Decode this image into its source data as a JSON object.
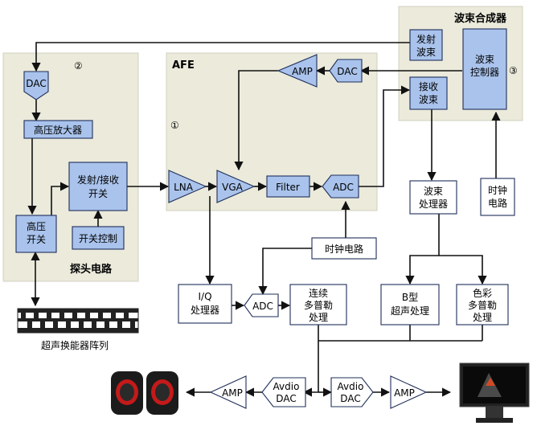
{
  "sections": {
    "beamformer": "波束合成器",
    "afe": "AFE",
    "probe": "探头电路",
    "marker1": "①",
    "marker2": "②",
    "marker3": "③"
  },
  "blocks": {
    "dac_probe": "DAC",
    "hv_amp": "高压放大器",
    "hv_switch_1": "高压",
    "hv_switch_2": "开关",
    "txrx_switch_1": "发射/接收",
    "txrx_switch_2": "开关",
    "switch_ctrl": "开关控制",
    "lna": "LNA",
    "vga": "VGA",
    "filter": "Filter",
    "adc_afe": "ADC",
    "amp_afe": "AMP",
    "dac_afe": "DAC",
    "tx_beam_1": "发射",
    "tx_beam_2": "波束",
    "rx_beam_1": "接收",
    "rx_beam_2": "波束",
    "beam_ctrl_1": "波束",
    "beam_ctrl_2": "控制器",
    "beam_proc_1": "波束",
    "beam_proc_2": "处理器",
    "clock_right_1": "时钟",
    "clock_right_2": "电路",
    "clock_mid": "时钟电路",
    "iq_1": "I/Q",
    "iq_2": "处理器",
    "adc_mid": "ADC",
    "cw_1": "连续",
    "cw_2": "多普勒",
    "cw_3": "处理",
    "bmode_1": "B型",
    "bmode_2": "超声处理",
    "color_1": "色彩",
    "color_2": "多普勒",
    "color_3": "处理",
    "audio_dac_left_1": "Avdio",
    "audio_dac_left_2": "DAC",
    "audio_dac_right_1": "Avdio",
    "audio_dac_right_2": "DAC",
    "amp_left": "AMP",
    "amp_right": "AMP",
    "transducer": "超声换能器阵列"
  },
  "colors": {
    "block_fill": "#a9c3ec",
    "panel_fill": "#ebeadb",
    "line": "#111111"
  },
  "icons": [
    "speaker-icon",
    "monitor-icon"
  ]
}
